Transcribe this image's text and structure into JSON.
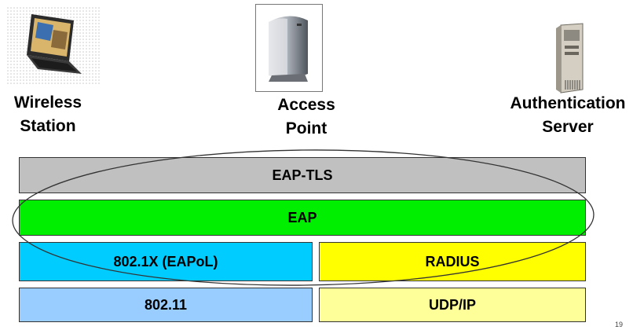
{
  "devices": {
    "station": {
      "label_line1": "Wireless",
      "label_line2": "Station",
      "icon": "laptop-icon"
    },
    "access_point": {
      "label_line1": "Access",
      "label_line2": "Point",
      "icon": "access-point-icon"
    },
    "server": {
      "label_line1": "Authentication",
      "label_line2": "Server",
      "icon": "server-icon"
    }
  },
  "layers": {
    "eap_tls": {
      "label": "EAP-TLS",
      "color": "#c0c0c0"
    },
    "eap": {
      "label": "EAP",
      "color": "#00ee00"
    },
    "dot1x": {
      "label": "802.1X (EAPoL)",
      "color": "#00ccff"
    },
    "radius": {
      "label": "RADIUS",
      "color": "#ffff00"
    },
    "dot11": {
      "label": "802.11",
      "color": "#99ccff"
    },
    "udpip": {
      "label": "UDP/IP",
      "color": "#ffff99"
    }
  },
  "page_number": "19"
}
